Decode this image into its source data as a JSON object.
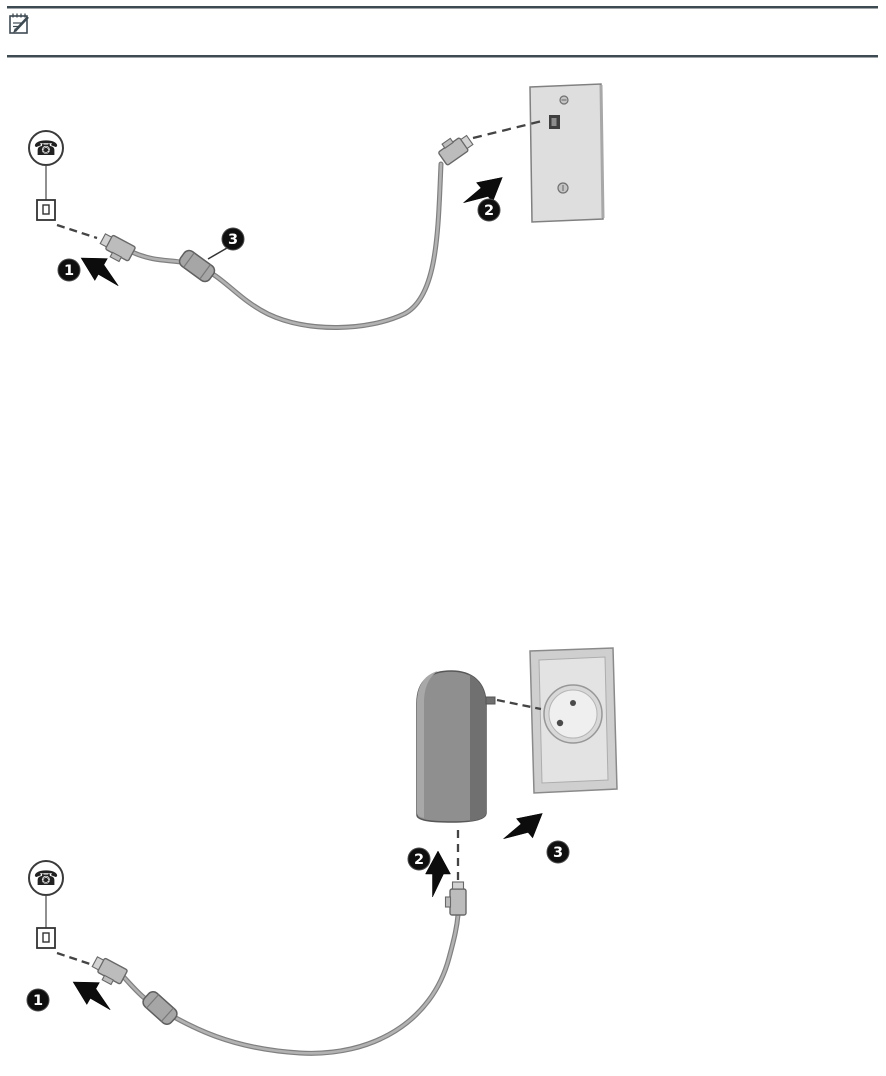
{
  "page": {
    "kind": "user-guide-page",
    "background": "#ffffff",
    "rule_color": "#3e4a52"
  },
  "icons": {
    "note_icon": "note-icon",
    "phone_glyph": "☎"
  },
  "colors": {
    "badge": "#0f0f0f",
    "arrow": "#0c0c0c",
    "cable_outer": "#808080",
    "cable_inner": "#b2b2b2",
    "wall_plate": "#dedede",
    "adapter": "#8f8f8f"
  },
  "figures": [
    {
      "name": "connect-modem-cable-to-telephone-wall-jack",
      "callouts": [
        {
          "label": "1"
        },
        {
          "label": "2"
        },
        {
          "label": "3"
        }
      ]
    },
    {
      "name": "connect-modem-cable-with-country-specific-adapter",
      "callouts": [
        {
          "label": "1"
        },
        {
          "label": "2"
        },
        {
          "label": "3"
        }
      ]
    }
  ]
}
